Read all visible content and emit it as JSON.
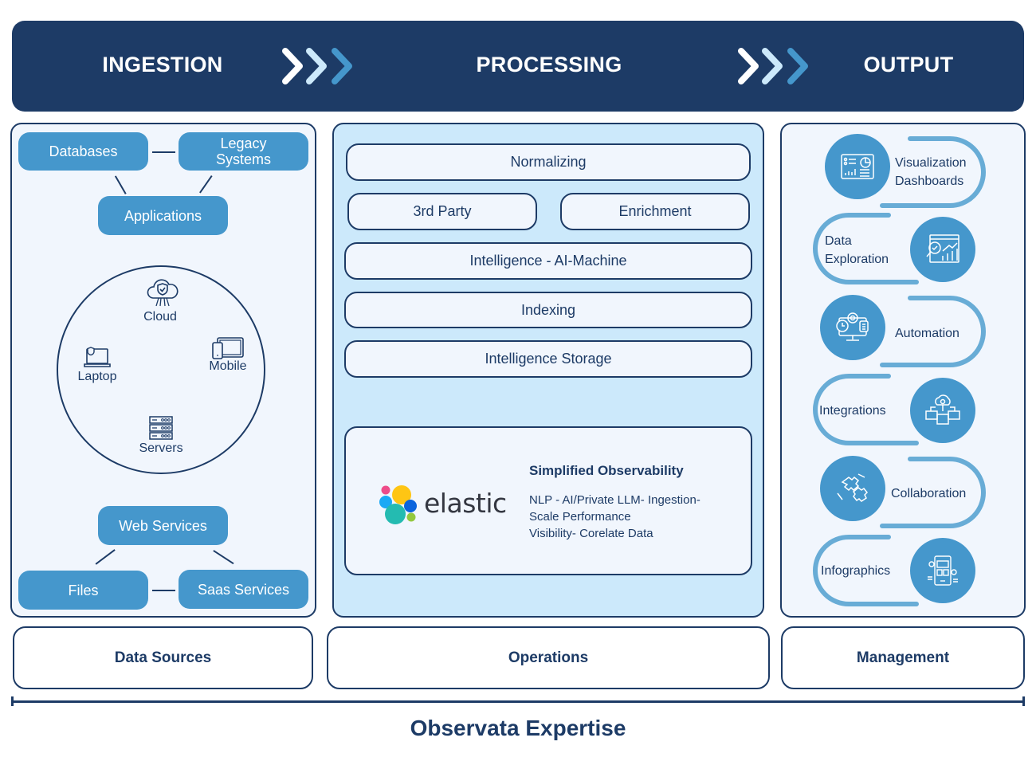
{
  "header": {
    "stages": [
      "INGESTION",
      "PROCESSING",
      "OUTPUT"
    ],
    "arrow_icon": "triple-chevron-right-icon",
    "colors": {
      "banner": "#1d3b66",
      "chevron_1": "#ffffff",
      "chevron_2": "#cce9fb",
      "chevron_3": "#4597cc"
    }
  },
  "data_sources": {
    "top_cluster": {
      "databases": "Databases",
      "legacy": "Legacy Systems",
      "applications": "Applications"
    },
    "devices": [
      {
        "label": "Cloud",
        "icon": "cloud-shield-icon"
      },
      {
        "label": "Laptop",
        "icon": "laptop-shield-icon"
      },
      {
        "label": "Mobile",
        "icon": "mobile-tablet-icon"
      },
      {
        "label": "Servers",
        "icon": "server-rack-icon"
      }
    ],
    "bottom_cluster": {
      "web": "Web Services",
      "files": "Files",
      "saas": "Saas Services"
    }
  },
  "processing": {
    "steps": {
      "normalizing": "Normalizing",
      "third_party": "3rd Party",
      "enrichment": "Enrichment",
      "intelligence_ai": "Intelligence - AI-Machine",
      "indexing": "Indexing",
      "intelligence_storage": "Intelligence Storage"
    },
    "elastic": {
      "logo_text": "elastic",
      "title": "Simplified Observability",
      "lines": [
        "NLP - AI/Private LLM- Ingestion-",
        "Scale Performance",
        "Visibility- Corelate Data"
      ]
    }
  },
  "output": {
    "items": [
      {
        "label1": "Visualization",
        "label2": "Dashboards",
        "icon": "dashboard-icon"
      },
      {
        "label1": "Data",
        "label2": "Exploration",
        "icon": "data-exploration-icon"
      },
      {
        "label1": "Automation",
        "label2": "",
        "icon": "automation-icon"
      },
      {
        "label1": "Integrations",
        "label2": "",
        "icon": "integrations-icon"
      },
      {
        "label1": "Collaboration",
        "label2": "",
        "icon": "collaboration-icon"
      },
      {
        "label1": "Infographics",
        "label2": "",
        "icon": "infographics-icon"
      }
    ]
  },
  "bottom": {
    "labels": [
      "Data Sources",
      "Operations",
      "Management"
    ],
    "footer_title": "Observata Expertise"
  }
}
